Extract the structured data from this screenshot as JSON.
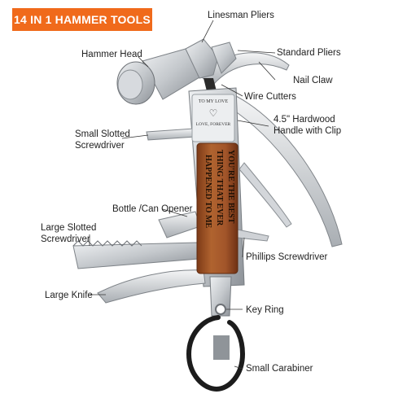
{
  "header": {
    "title": "14 IN 1 HAMMER TOOLS"
  },
  "labels": {
    "linesman_pliers": "Linesman Pliers",
    "hammer_head": "Hammer Head",
    "standard_pliers": "Standard Pliers",
    "nail_claw": "Nail Claw",
    "wire_cutters": "Wire Cutters",
    "handle_line1": "4.5\" Hardwood",
    "handle_line2": "Handle with Clip",
    "small_slotted_line1": "Small Slotted",
    "small_slotted_line2": "Screwdriver",
    "bottle_opener": "Bottle /Can Opener",
    "large_slotted_line1": "Large Slotted",
    "large_slotted_line2": "Screwdriver",
    "phillips": "Phillips Screwdriver",
    "large_knife": "Large Knife",
    "key_ring": "Key Ring",
    "carabiner": "Small Carabiner"
  },
  "engraving": {
    "plate_line1": "TO MY LOVE",
    "plate_line2": "LOVE, FOREVER",
    "wood_line1": "YOU'RE THE BEST",
    "wood_line2": "THING THAT EVER",
    "wood_line3": "HAPPENED TO ME"
  },
  "colors": {
    "accent": "#f06a1b",
    "steel": "#c9ccd0",
    "wood": "#9b4f23",
    "carabiner": "#1c1c1c"
  }
}
